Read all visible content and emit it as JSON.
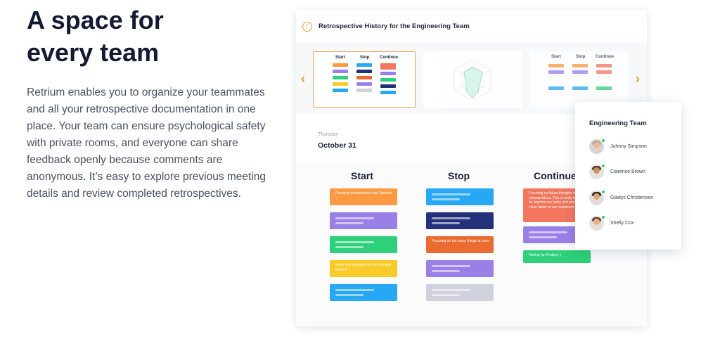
{
  "hero": {
    "title_line1": "A space for",
    "title_line2": "every team",
    "body": "Retrium enables you to organize your teammates and all your retrospective documentation in one place. Your team can ensure psychological safety with private rooms, and everyone can share feedback openly because comments are anonymous. It’s easy to explore previous meeting details and review completed retrospectives."
  },
  "panel": {
    "title": "Retrospective History for the Engineering Team",
    "icon": "history-clock-icon"
  },
  "carousel": {
    "thumb1": {
      "start": "Start",
      "stop": "Stop",
      "continue": "Continue"
    },
    "thumb3": {
      "start": "Start",
      "stop": "Stop",
      "continue": "Continue"
    }
  },
  "board": {
    "day": "Thursday",
    "date": "October 31",
    "columns": {
      "start": {
        "title": "Start",
        "card1_text": "Running retrospectives with Retrium :)",
        "card4_text": "Invite new designers to our meeting lunches"
      },
      "stop": {
        "title": "Stop",
        "card3_text": "Focusing on too many things at once"
      },
      "continue": {
        "title": "Continue",
        "card1_text": "Focusing on future thoughts after our retrospectives. This is really helping us improve our tasks and provide value faster to our customers",
        "card3_text": "Having fun Fridays :)"
      }
    }
  },
  "team": {
    "title": "Engineering Team",
    "members": [
      {
        "name": "Johnny Simpson"
      },
      {
        "name": "Clarence Brown"
      },
      {
        "name": "Gladys Christensen"
      },
      {
        "name": "Shelly Cox"
      }
    ]
  },
  "colors": {
    "orange": "#fb9a42",
    "purple": "#9a7fe6",
    "green": "#2fd07b",
    "yellow": "#f8cb29",
    "blue": "#27a8f4",
    "navy": "#23317a",
    "red_orange": "#ea6a2f",
    "salmon": "#f3765e",
    "gray": "#cfd2dd",
    "online": "#2ecc71"
  }
}
